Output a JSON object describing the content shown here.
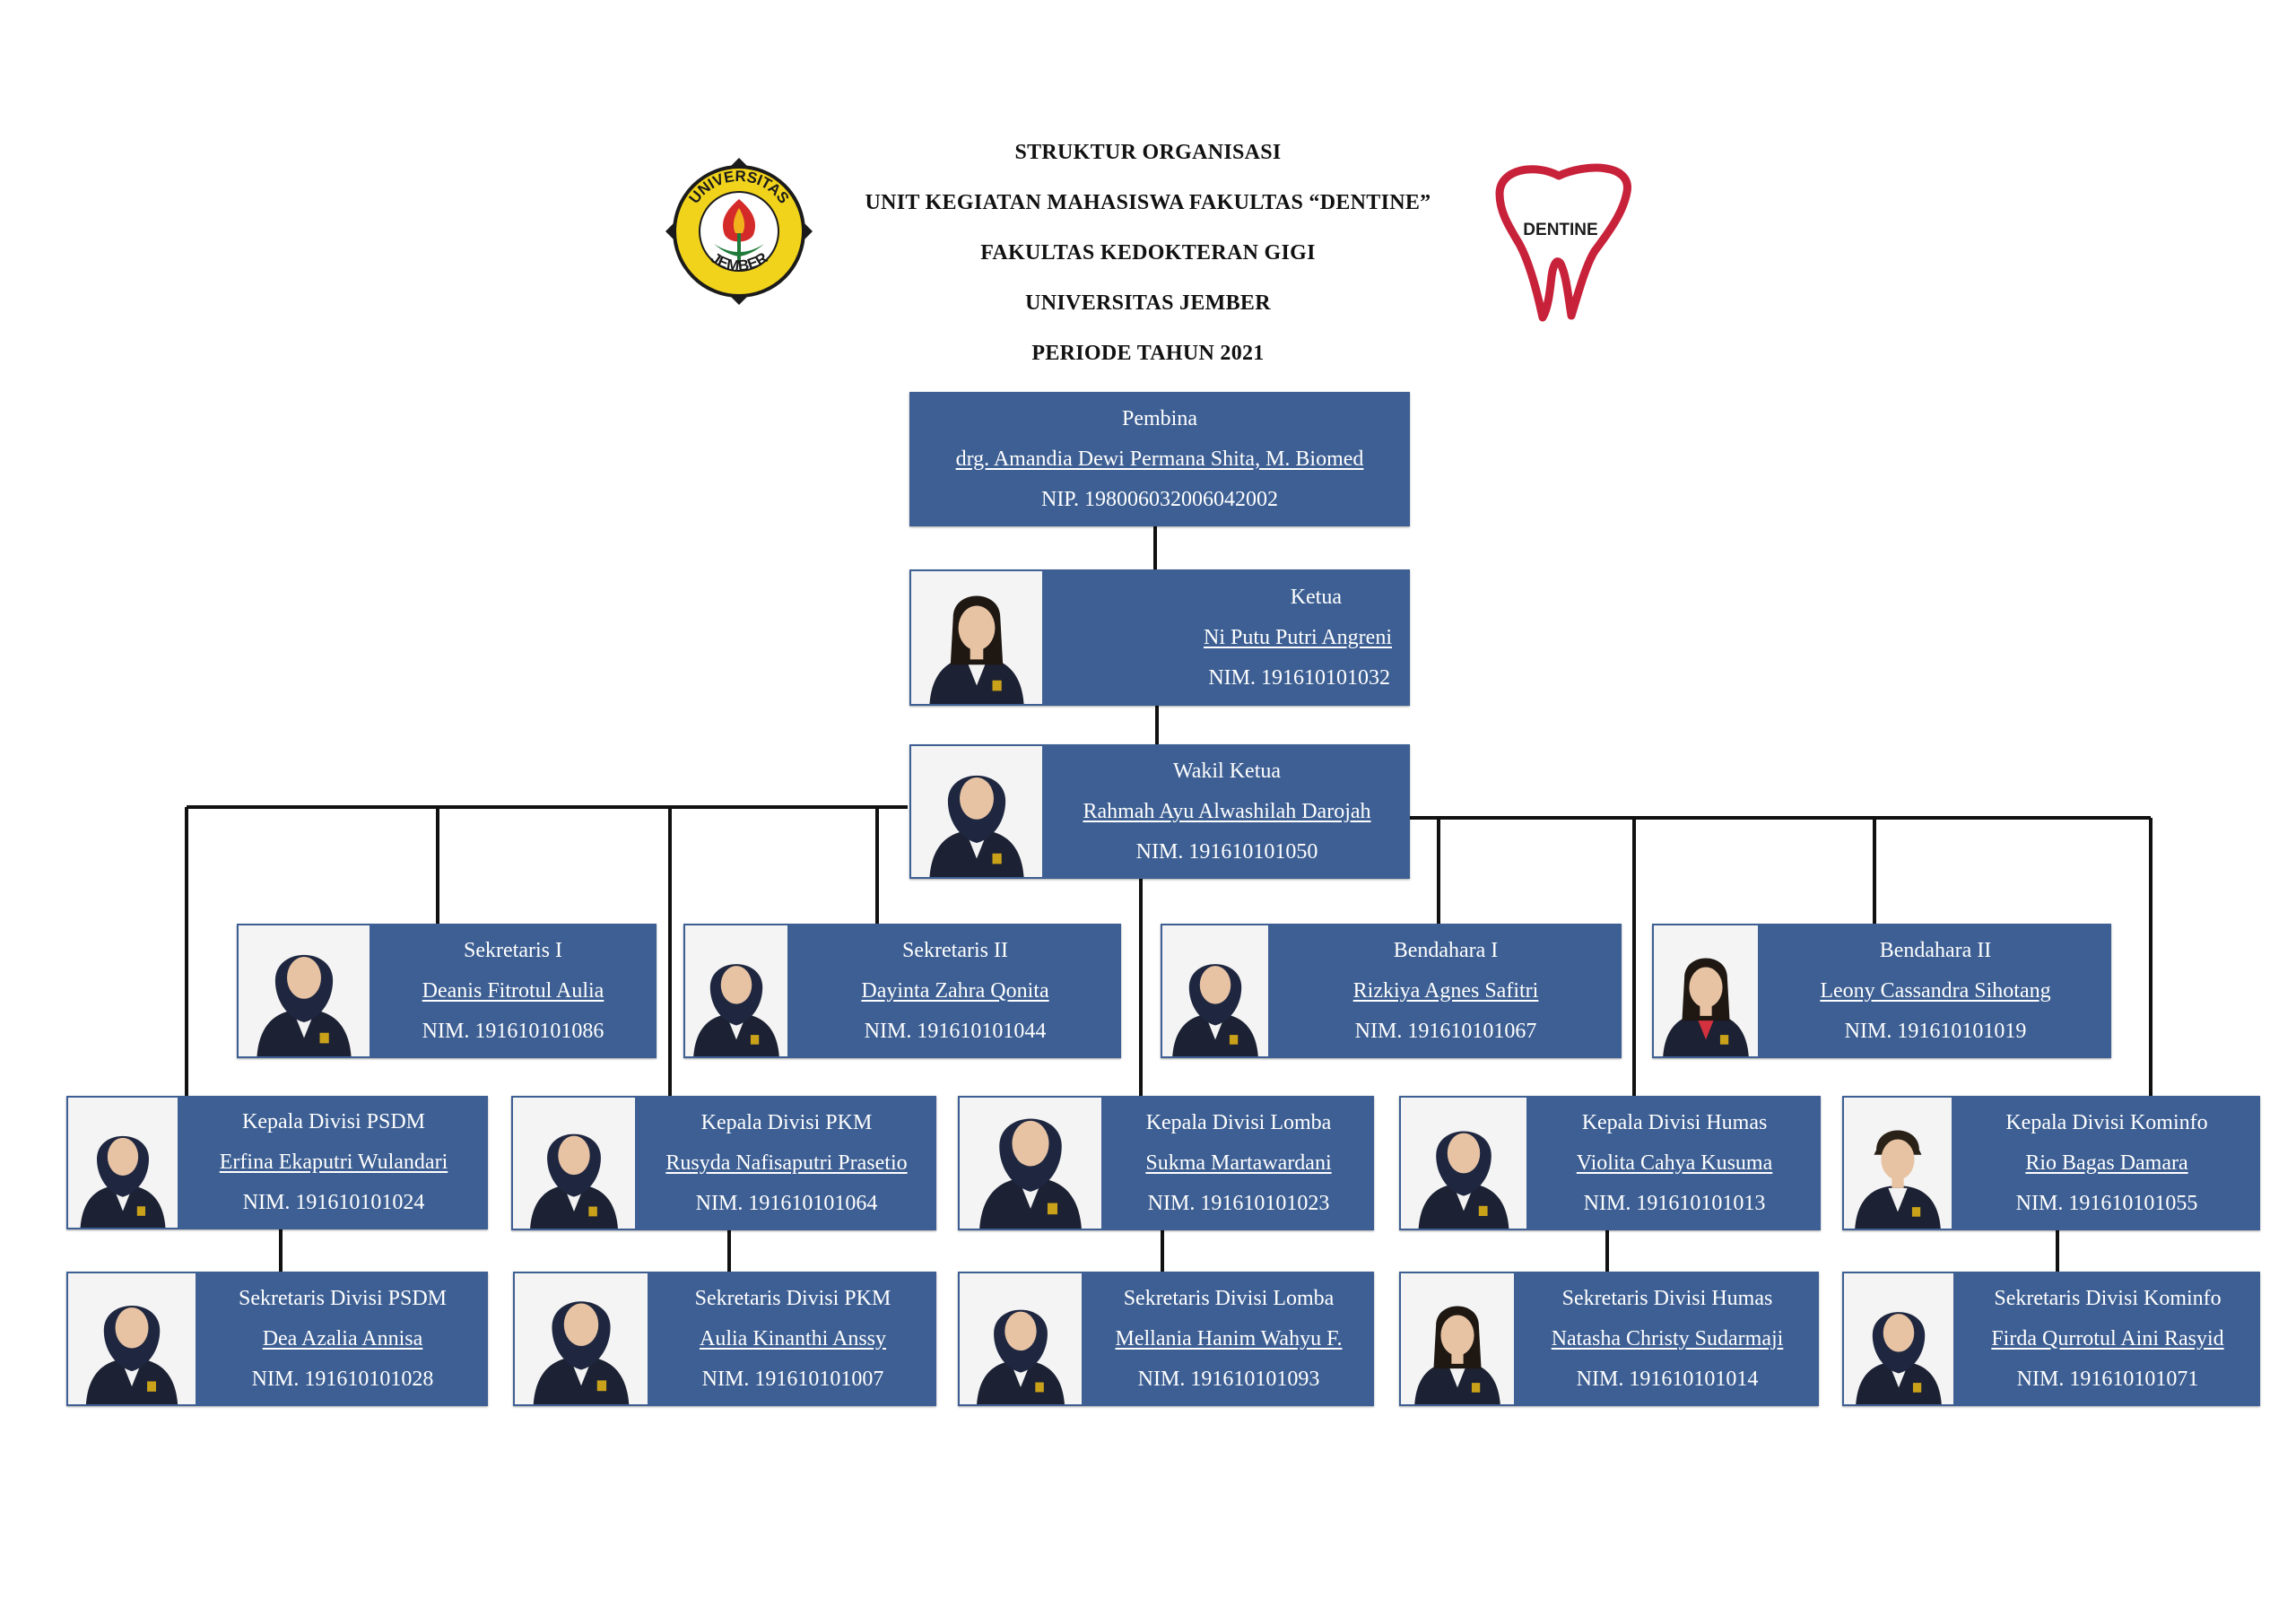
{
  "header": {
    "lines": [
      "STRUKTUR ORGANISASI",
      "UNIT KEGIATAN MAHASISWA FAKULTAS “DENTINE”",
      "FAKULTAS KEDOKTERAN GIGI",
      "UNIVERSITAS JEMBER",
      "PERIODE TAHUN 2021"
    ],
    "left_logo": {
      "icon": "universitas-jember-logo",
      "top_text": "UNIVERSITAS",
      "bottom_text": "JEMBER"
    },
    "right_logo": {
      "icon": "dentine-tooth-logo",
      "text": "DENTINE"
    }
  },
  "colors": {
    "card": "#3d5f93",
    "line": "#111111",
    "text": "#ffffff",
    "logo_red": "#c8213a",
    "logo_yellow": "#f2d31b"
  },
  "nodes": {
    "pembina": {
      "role": "Pembina",
      "name": "drg. Amandia Dewi Permana Shita, M. Biomed",
      "id": "NIP. 198006032006042002"
    },
    "ketua": {
      "role": "Ketua",
      "name": "Ni Putu Putri Angreni",
      "id": "NIM. 191610101032",
      "photo": "hijab-none"
    },
    "wakil_ketua": {
      "role": "Wakil Ketua",
      "name": "Rahmah Ayu Alwashilah Darojah",
      "id": "NIM. 191610101050",
      "photo": "hijab"
    },
    "sekretaris_1": {
      "role": "Sekretaris I",
      "name": "Deanis Fitrotul Aulia",
      "id": "NIM. 191610101086",
      "photo": "hijab"
    },
    "sekretaris_2": {
      "role": "Sekretaris II",
      "name": "Dayinta Zahra Qonita",
      "id": "NIM. 191610101044",
      "photo": "hijab"
    },
    "bendahara_1": {
      "role": "Bendahara I",
      "name": "Rizkiya Agnes Safitri",
      "id": "NIM. 191610101067",
      "photo": "hijab"
    },
    "bendahara_2": {
      "role": "Bendahara II",
      "name": "Leony Cassandra Sihotang",
      "id": "NIM. 191610101019",
      "photo": "hair"
    },
    "kadiv_psdm": {
      "role": "Kepala Divisi PSDM",
      "name": "Erfina Ekaputri Wulandari",
      "id": "NIM. 191610101024",
      "photo": "hijab"
    },
    "kadiv_pkm": {
      "role": "Kepala Divisi PKM",
      "name": "Rusyda Nafisaputri Prasetio",
      "id": "NIM. 191610101064",
      "photo": "hijab"
    },
    "kadiv_lomba": {
      "role": "Kepala Divisi Lomba",
      "name": "Sukma Martawardani",
      "id": "NIM. 191610101023",
      "photo": "hijab"
    },
    "kadiv_humas": {
      "role": "Kepala Divisi Humas",
      "name": "Violita Cahya Kusuma",
      "id": "NIM. 191610101013",
      "photo": "hijab"
    },
    "kadiv_kominfo": {
      "role": "Kepala Divisi Kominfo",
      "name": "Rio Bagas Damara",
      "id": "NIM. 191610101055",
      "photo": "male"
    },
    "sekdiv_psdm": {
      "role": "Sekretaris Divisi PSDM",
      "name": "Dea Azalia Annisa",
      "id": "NIM. 191610101028",
      "photo": "hijab"
    },
    "sekdiv_pkm": {
      "role": "Sekretaris Divisi PKM",
      "name": "Aulia Kinanthi Anssy",
      "id": "NIM. 191610101007",
      "photo": "hijab"
    },
    "sekdiv_lomba": {
      "role": "Sekretaris Divisi Lomba",
      "name": "Mellania Hanim Wahyu F.",
      "id": "NIM. 191610101093",
      "photo": "hijab"
    },
    "sekdiv_humas": {
      "role": "Sekretaris Divisi Humas",
      "name": "Natasha Christy Sudarmaji",
      "id": "NIM. 191610101014",
      "photo": "hair"
    },
    "sekdiv_kominfo": {
      "role": "Sekretaris Divisi Kominfo",
      "name": "Firda Qurrotul Aini Rasyid",
      "id": "NIM. 191610101071",
      "photo": "hijab"
    }
  }
}
